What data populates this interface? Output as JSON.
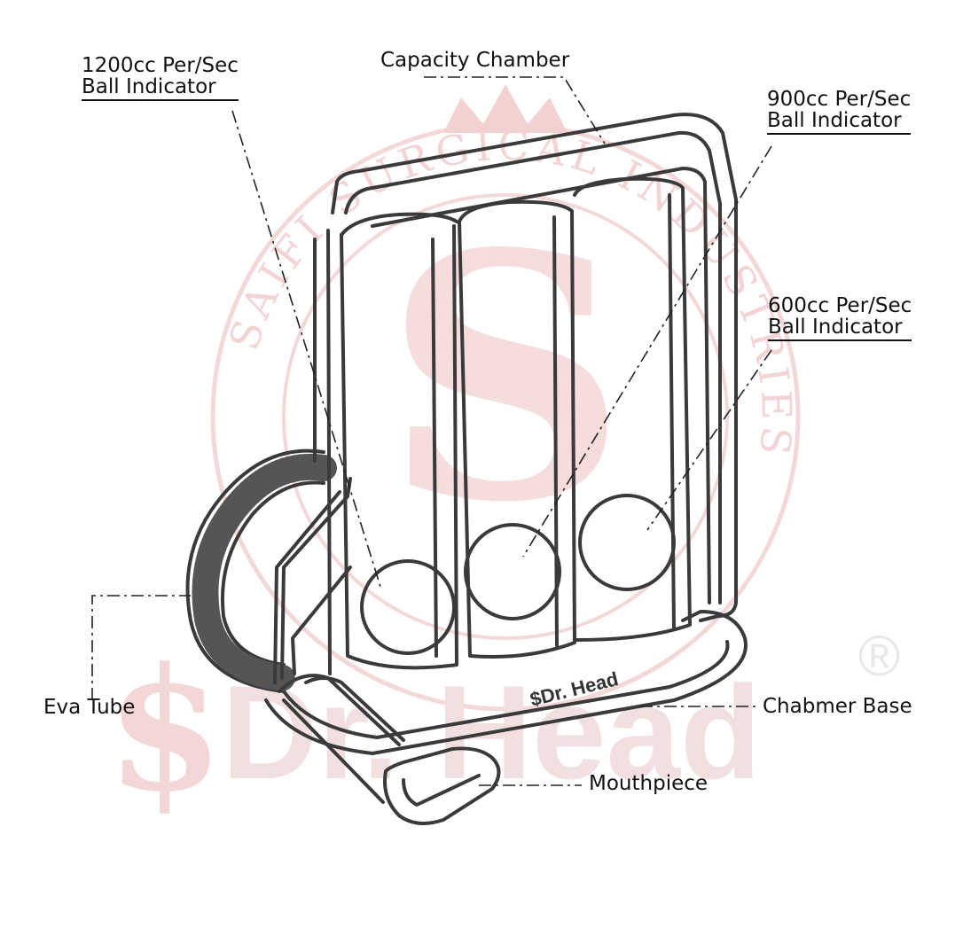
{
  "labels": {
    "ball_1200": {
      "line1": "1200cc Per/Sec",
      "line2": "Ball Indicator"
    },
    "capacity": "Capacity Chamber",
    "ball_900": {
      "line1": "900cc Per/Sec",
      "line2": "Ball Indicator"
    },
    "ball_600": {
      "line1": "600cc Per/Sec",
      "line2": "Ball Indicator"
    },
    "eva_tube": "Eva Tube",
    "base": "Chabmer Base",
    "mouthpiece": "Mouthpiece"
  },
  "brand": {
    "device_logo": "$Dr. Head",
    "watermark_text": "Dr. Head",
    "registered": "®",
    "seal_text": "SAIFI SURGICAL INDUSTRIES"
  },
  "colors": {
    "outline": "#3a3a3a",
    "label": "#111111",
    "watermark": "#f0c8c8",
    "watermark_dark": "#e9b4b4"
  }
}
